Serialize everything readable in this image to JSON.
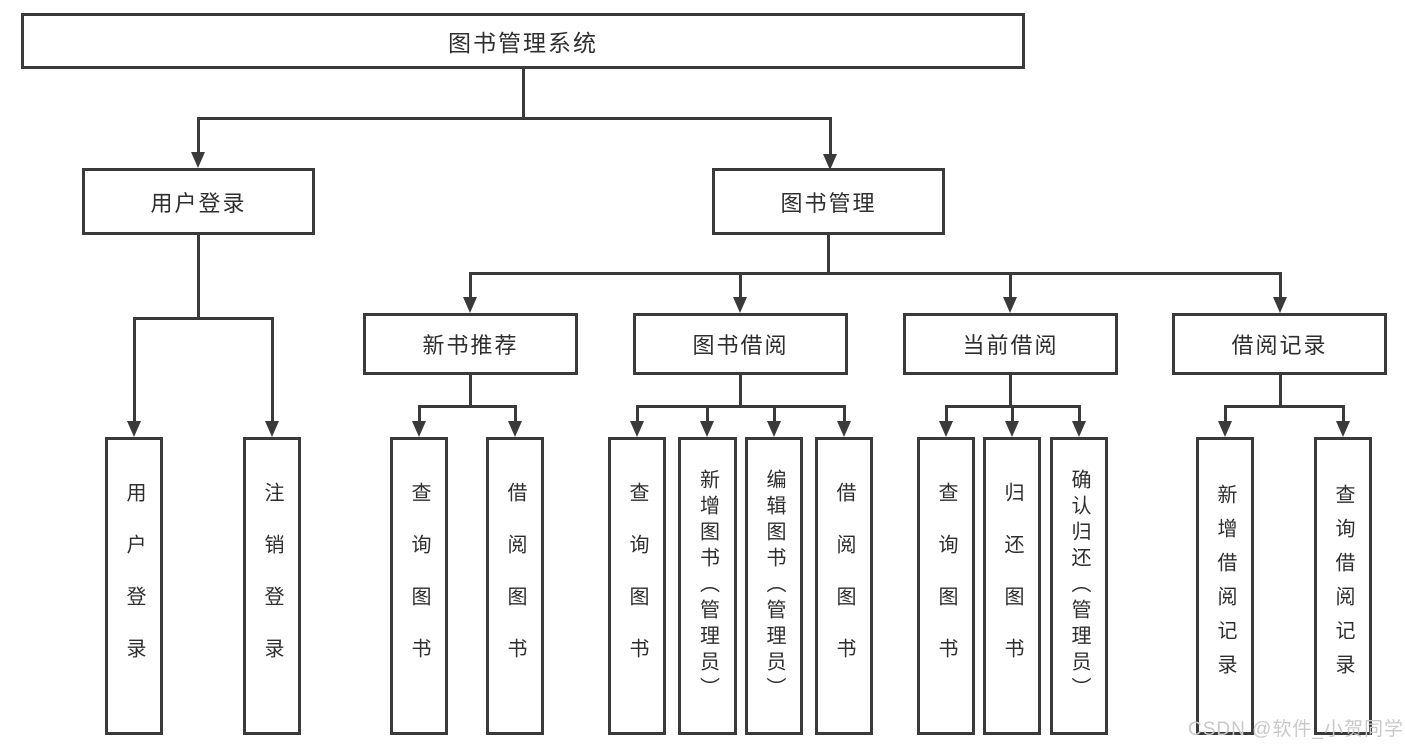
{
  "colors": {
    "line": "#3a3a3a",
    "text": "#2e2e2e",
    "watermark": "#c9c9c9",
    "background": "#ffffff"
  },
  "watermark": "CSDN @软件_小贺同学",
  "tree": {
    "label": "图书管理系统",
    "children": [
      {
        "label": "用户登录",
        "children": [
          {
            "label": "用户登录"
          },
          {
            "label": "注销登录"
          }
        ]
      },
      {
        "label": "图书管理",
        "children": [
          {
            "label": "新书推荐",
            "children": [
              {
                "label": "查询图书"
              },
              {
                "label": "借阅图书"
              }
            ]
          },
          {
            "label": "图书借阅",
            "children": [
              {
                "label": "查询图书"
              },
              {
                "label": "新增图书（管理员）"
              },
              {
                "label": "编辑图书（管理员）"
              },
              {
                "label": "借阅图书"
              }
            ]
          },
          {
            "label": "当前借阅",
            "children": [
              {
                "label": "查询图书"
              },
              {
                "label": "归还图书"
              },
              {
                "label": "确认归还（管理员）"
              }
            ]
          },
          {
            "label": "借阅记录",
            "children": [
              {
                "label": "新增借阅记录"
              },
              {
                "label": "查询借阅记录"
              }
            ]
          }
        ]
      }
    ]
  }
}
